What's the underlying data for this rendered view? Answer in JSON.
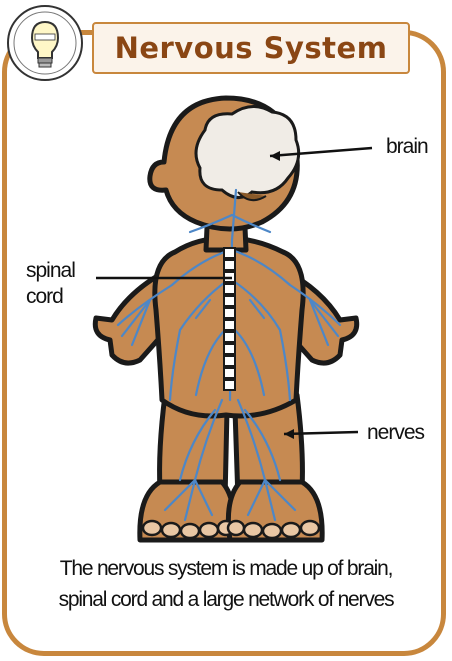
{
  "title": "Nervous System",
  "labels": {
    "brain": "brain",
    "spinal_line1": "spinal",
    "spinal_line2": "cord",
    "nerves": "nerves"
  },
  "caption": {
    "line1": "The nervous system is made up of brain,",
    "line2": "spinal cord and a large network of nerves"
  },
  "colors": {
    "border": "#c8873d",
    "title": "#8a4614",
    "skin": "#c68a52",
    "outline": "#1a1a1a",
    "nerves": "#4d87c7",
    "brain": "#f0ece6"
  },
  "icons": [
    "lightbulb-logo-icon"
  ]
}
